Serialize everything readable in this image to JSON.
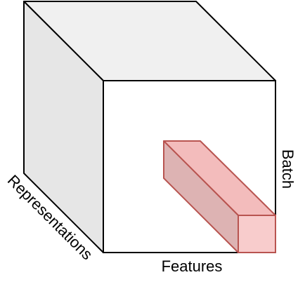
{
  "labels": {
    "features": "Features",
    "batch": "Batch",
    "representations": "Representations"
  },
  "colors": {
    "cube_top": "#f0f0f0",
    "cube_side": "#e6e6e6",
    "cube_front": "#ffffff",
    "cube_edge": "#000000",
    "slice_top": "#f3bcbc",
    "slice_side": "#ddb3b3",
    "slice_front": "#f8cccc",
    "slice_edge": "#b85450"
  }
}
